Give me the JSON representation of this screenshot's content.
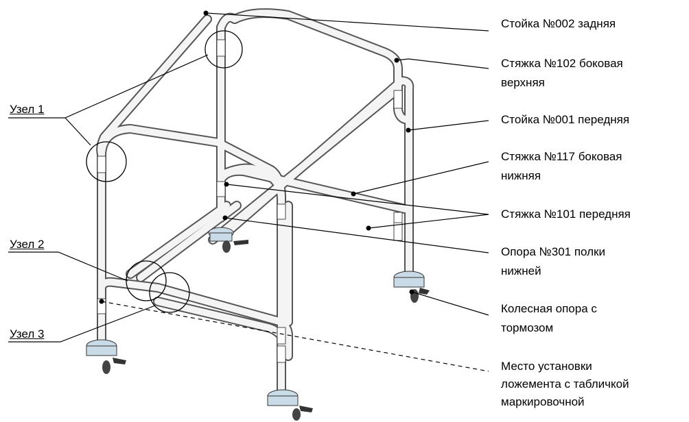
{
  "colors": {
    "line": "#000000",
    "tube": "#f4f4f4",
    "tube_edge": "#555555",
    "wheel": "#c9dbe6"
  },
  "labels": {
    "stoika_002": "Стойка №002 задняя",
    "styazhka_102_l1": "Стяжка №102 боковая",
    "styazhka_102_l2": "верхняя",
    "stoika_001": "Стойка №001 передняя",
    "styazhka_117_l1": "Стяжка №117 боковая",
    "styazhka_117_l2": "нижняя",
    "styazhka_101": "Стяжка №101 передняя",
    "opora_301_l1": "Опора №301 полки",
    "opora_301_l2": "нижней",
    "kolesnaya_l1": "Колесная опора с",
    "kolesnaya_l2": "тормозом",
    "mesto_l1": "Место установки",
    "mesto_l2": "ложемента с табличкой",
    "mesto_l3": "маркировочной"
  },
  "nodes": {
    "uzel_1": "Узел 1",
    "uzel_2": "Узел 2",
    "uzel_3": "Узел 3"
  }
}
